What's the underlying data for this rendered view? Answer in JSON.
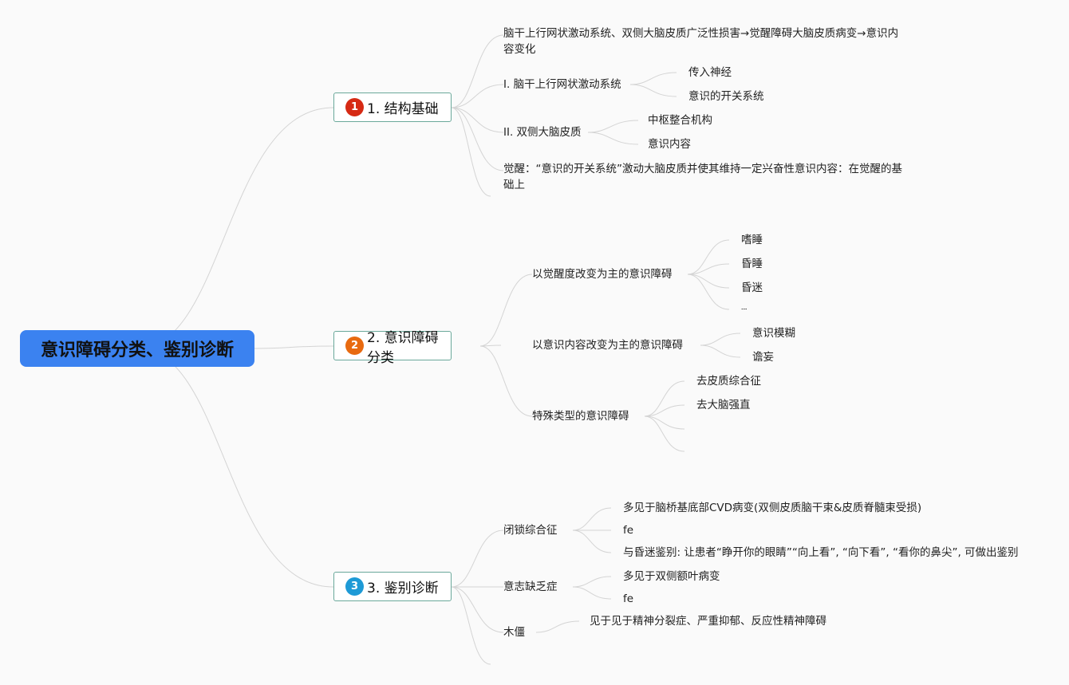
{
  "root": {
    "label": "意识障碍分类、鉴别诊断",
    "color": "#3b82f0"
  },
  "branches": [
    {
      "badge": "1",
      "badge_color": "#d62a14",
      "label": "1. 结构基础",
      "children": [
        {
          "label": "脑干上行网状激动系统、双侧大脑皮质广泛性损害→觉醒障碍大脑皮质病变→意识内容变化"
        },
        {
          "label": "I. 脑干上行网状激动系统",
          "children": [
            "传入神经",
            "意识的开关系统"
          ]
        },
        {
          "label": "II. 双侧大脑皮质",
          "children": [
            "中枢整合机构",
            "意识内容"
          ]
        },
        {
          "label": "觉醒：“意识的开关系统”激动大脑皮质并使其维持一定兴奋性意识内容：在觉醒的基础上"
        }
      ]
    },
    {
      "badge": "2",
      "badge_color": "#e86a10",
      "label": "2. 意识障碍分类",
      "children": [
        {
          "label": "以觉醒度改变为主的意识障碍",
          "children": [
            "嗜睡",
            "昏睡",
            "昏迷",
            "𝌀"
          ]
        },
        {
          "label": "以意识内容改变为主的意识障碍",
          "children": [
            "意识模糊",
            "谵妄"
          ]
        },
        {
          "label": "特殊类型的意识障碍",
          "children": [
            "去皮质综合征",
            "去大脑强直",
            "",
            ""
          ]
        }
      ]
    },
    {
      "badge": "3",
      "badge_color": "#1e9ad6",
      "label": "3. 鉴别诊断",
      "children": [
        {
          "label": "闭锁综合征",
          "children": [
            "多见于脑桥基底部CVD病变(双侧皮质脑干束&皮质脊髓束受损)",
            "fe",
            "与昏迷鉴别: 让患者“睁开你的眼睛”“向上看”, “向下看”, “看你的鼻尖”, 可做出鉴别"
          ]
        },
        {
          "label": "意志缺乏症",
          "children": [
            "多见于双侧额叶病变",
            "fe"
          ]
        },
        {
          "label": "木僵",
          "children": [
            "见于见于精神分裂症、严重抑郁、反应性精神障碍"
          ]
        },
        {
          "label": ""
        }
      ]
    }
  ]
}
